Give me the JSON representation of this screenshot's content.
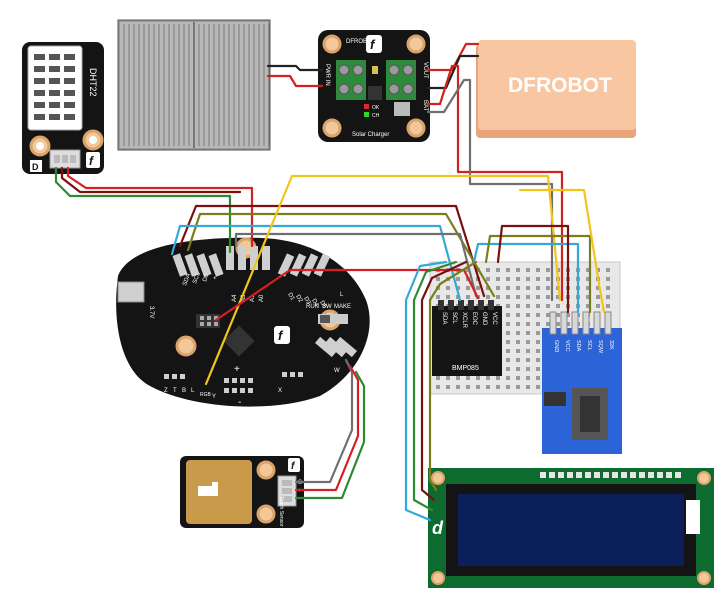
{
  "colors": {
    "wire_red": "#d42020",
    "wire_darkred": "#7a1010",
    "wire_green": "#2f8a2f",
    "wire_olive": "#7a7d1c",
    "wire_blue": "#34a9d6",
    "wire_yellow": "#f2c51a",
    "wire_gray": "#6f6f6f",
    "wire_black": "#222222",
    "board_black": "#141414",
    "board_blue": "#2c63d6",
    "lcd_green": "#0d6b2f",
    "lcd_screen": "#0b1f5a",
    "battery": "#f5b98e",
    "solar": "#8a8a8a"
  },
  "dht22": {
    "model": "DHT22",
    "pin_label": "D"
  },
  "solar_charger": {
    "brand": "DFROBOT",
    "pwr_in": "PWR IN",
    "vout": "VOUT",
    "bat": "BAT",
    "ok_label": "OK",
    "ch_label": "CH",
    "name": "Solar Charger"
  },
  "battery": {
    "brand": "DFROBOT"
  },
  "controller": {
    "power_label": "3.7V",
    "pins_top_left": [
      "SDA",
      "SCL",
      "D0",
      "+"
    ],
    "pins_top_right": [
      "A4",
      "A3",
      "A1",
      "A0"
    ],
    "pins_right": [
      "D1",
      "D2",
      "D3",
      "D4",
      "D5"
    ],
    "switch_labels": [
      "RUN",
      "SW",
      "MAKE"
    ],
    "l_label": "L",
    "plus_label": "+",
    "minus_label": "-",
    "bottom_left": [
      "Z",
      "T",
      "B",
      "L"
    ],
    "bottom_mid": [
      "Y",
      "RGB"
    ],
    "bottom_right": [
      "X",
      "W"
    ]
  },
  "bmp085": {
    "pins": [
      "SDA",
      "SCL",
      "XCLR",
      "EOC",
      "GND",
      "VCC"
    ],
    "name": "BMP085"
  },
  "rtc": {
    "pins": [
      "GND",
      "VCC",
      "SDA",
      "SCL",
      "SQW",
      "32K"
    ]
  },
  "touch_sensor": {
    "label": "Touch Sensor",
    "pins": [
      "S",
      "+",
      "-"
    ]
  },
  "lcd": {
    "logo": "d"
  }
}
